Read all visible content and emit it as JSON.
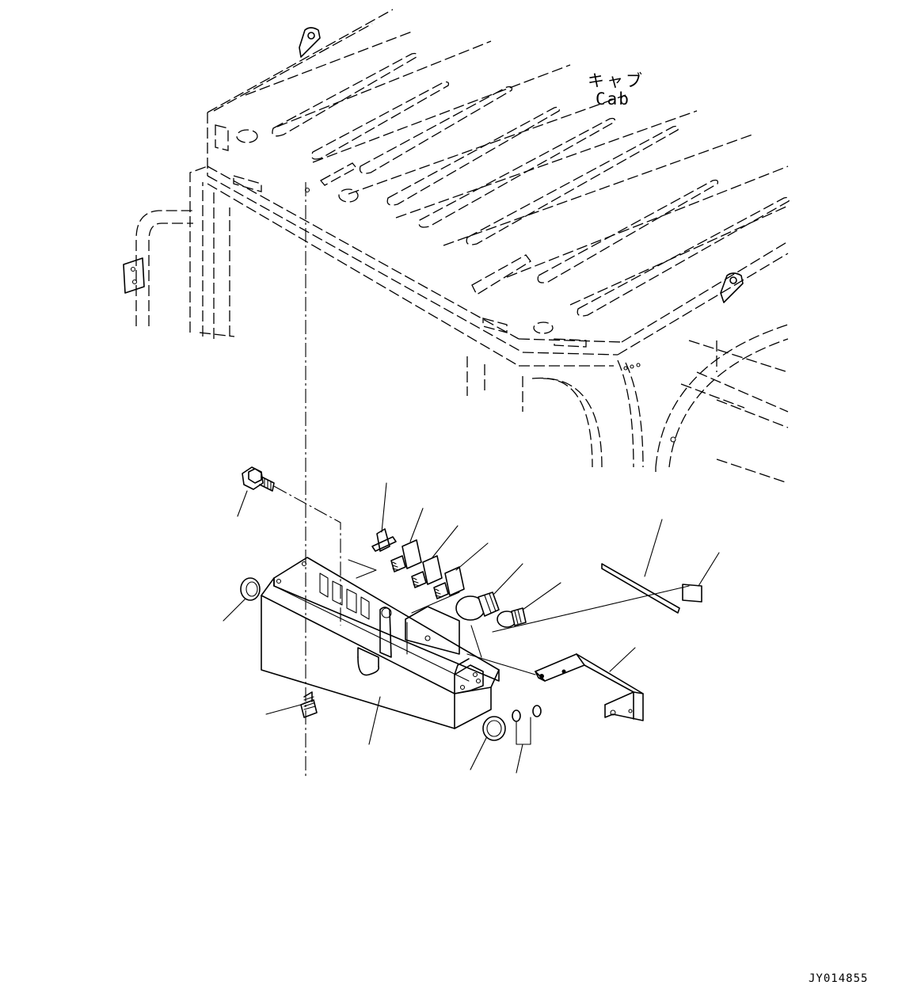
{
  "labels": {
    "cab_jp": "キャブ",
    "cab_en": "Cab",
    "drawing_code": "JY014855"
  }
}
